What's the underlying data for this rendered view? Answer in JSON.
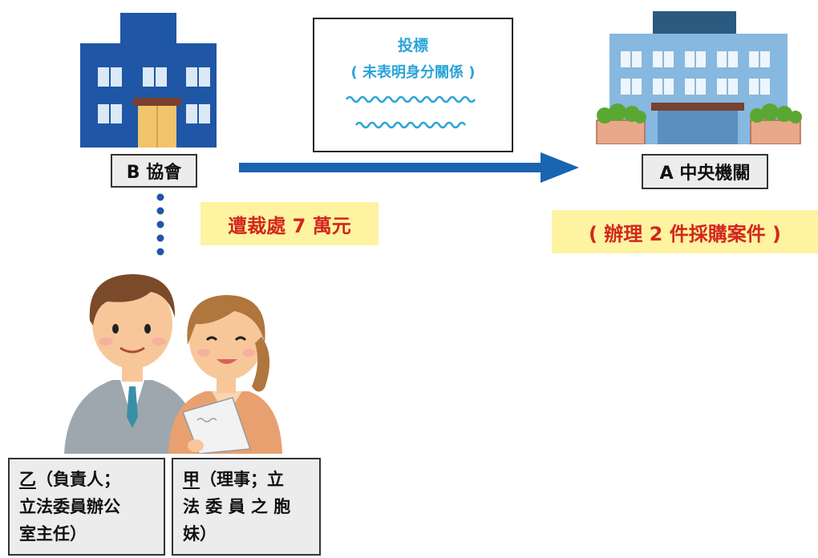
{
  "entities": {
    "association": {
      "label": "B 協會"
    },
    "agency": {
      "label": "A 中央機關",
      "note": "( 辦理 2 件採購案件 )"
    }
  },
  "bid_document": {
    "title": "投標",
    "subtitle": "( 未表明身分關係 )"
  },
  "penalty": {
    "text": "遭裁處 7 萬元"
  },
  "people": {
    "yi": {
      "name": "乙",
      "desc_line1": "（負責人；",
      "line2": "立法委員辦公",
      "line3": "室主任）"
    },
    "jia": {
      "name": "甲",
      "desc_line1": "（理事；立",
      "line2": "法 委 員 之 胞",
      "line3": "妹）"
    }
  },
  "colors": {
    "arrow": "#1a64b0",
    "association_building": "#1f56a6",
    "agency_building": "#86b8e0",
    "bid_text": "#2aa4d8",
    "penalty_text": "#d2271e",
    "note_bg": "#fdf3a0"
  },
  "icons": {
    "association": "building-icon",
    "agency": "office-building-icon",
    "people": "two-people-illustration"
  }
}
